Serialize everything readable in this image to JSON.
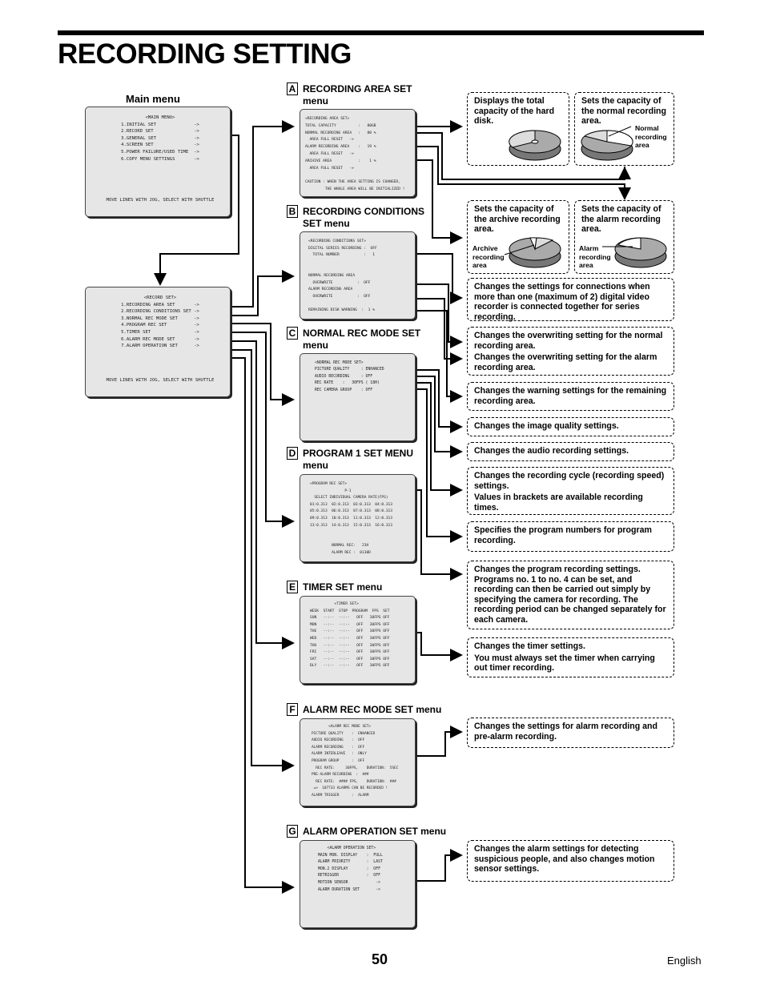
{
  "page": {
    "title": "RECORDING SETTING",
    "page_number": "50",
    "language": "English"
  },
  "main_menu": {
    "label": "Main menu",
    "screen": "<MAIN MENU>\n1.INITIAL SET              ->\n2.RECORD SET               ->\n3.GENERAL SET              ->\n4.SCREEN SET               ->\n5.POWER FAILURE/USED TIME  ->\n6.COPY MENU SETTINGS       ->\n\n\n\n\n\nMOVE LINES WITH JOG, SELECT WITH SHUTTLE"
  },
  "record_set": {
    "screen": "<RECORD SET>\n1.RECORDING AREA SET       ->\n2.RECORDING CONDITIONS SET ->\n3.NORMAL REC MODE SET      ->\n4.PROGRAM REC SET          ->\n5.TIMER SET                ->\n6.ALARM REC MODE SET       ->\n7.ALARM OPERATION SET      ->\n\n\n\n\nMOVE LINES WITH JOG, SELECT WITH SHUTTLE"
  },
  "sections": {
    "a": {
      "letter": "A",
      "label": "RECORDING AREA SET menu",
      "screen": "<RECORDING AREA SET>\nTOTAL CAPACITY          :   80GB\nNORMAL RECORDING AREA   :   80 %\n  AREA FULL RESET   ->\nALARM RECORDING AREA    :   19 %\n  AREA FULL RESET   ->\nARCHIVE AREA            :    1 %\n  AREA FULL RESET   ->\n\nCAUTION : WHEN THE AREA SETTING IS CHANGED,\n         THE WHOLE AREA WILL BE INITIALIZED !"
    },
    "b": {
      "letter": "B",
      "label": "RECORDING CONDITIONS SET menu",
      "screen": "<RECORDING CONDITIONS SET>\nDIGITAL SERIES RECORDING :  OFF\n  TOTAL NUMBER           :   1\n\n\nNORMAL RECORDING AREA\n  OVERWRITE           :  OFF\nALARM RECORDING AREA\n  OVERWRITE           :  OFF\n\nREMAINING DISK WARNING  :  1 %"
    },
    "c": {
      "letter": "C",
      "label": "NORMAL REC MODE SET menu",
      "screen": "<NORMAL REC MODE SET>\nPICTURE QUALITY     : ENHANCED\nAUDIO RECORDING     : OFF\nREC RATE    :   30FPS ( 18H)\nREC CAMERA GROUP    : OFF"
    },
    "d": {
      "letter": "D",
      "label": "PROGRAM 1 SET MENU menu",
      "screen": "<PROGRAM REC SET>\n                P-1\n  SELECT INDIVIDUAL CAMERA RATE(FPS)\n01:0.313  02:0.313  03:0.313  04:0.313\n05:0.313  06:0.313  07:0.313  08:0.313\n09:0.313  10:0.313  11:0.313  12:0.313\n13:0.313  14:0.313  15:0.313  16:0.313\n\n\n          NORMAL REC:   23H\n          ALARM REC :  0130D"
    },
    "e": {
      "letter": "E",
      "label": "TIMER SET menu",
      "screen": "           <TIMER SET>\nWEEK  START  STOP  PROGRAM  FPS  SET\nSUN   --:--  --:--   OFF   30FPS OFF\nMON   --:--  --:--   OFF   30FPS OFF\nTHE   --:--  --:--   OFF   30FPS OFF\nWED   --:--  --:--   OFF   30FPS OFF\nTHU   --:--  --:--   OFF   30FPS OFF\nFRI   --:--  --:--   OFF   30FPS OFF\nSAT   --:--  --:--   OFF   30FPS OFF\nDLY   --:--  --:--   OFF   30FPS OFF"
    },
    "f": {
      "letter": "F",
      "label": "ALARM REC MODE SET menu",
      "screen": "        <ALARM REC MODE SET>\nPICTURE QUALITY    :  ENHANCED\nAUDIO RECORDING    :  OFF\nALARM RECORDING    :  OFF\nALARM INTERLEAVE   :  ONLY\nPROGRAM GROUP      :  OFF\n  REC RATE:     30FPS,    DURATION:  5SEC\nPRE-ALARM RECORDING  :  ###\n  REC RATE:  #### FPS,    DURATION:  ###\n =>  107733 ALARMS CAN BE RECORDED !\nALARM TRIGGER      :  ALARM"
    },
    "g": {
      "letter": "G",
      "label": "ALARM OPERATION SET menu",
      "screen": "    <ALARM OPERATION SET>\nMAIN MON. DISPLAY    :  FULL\nALARM PRIORITY       :  LAST\nMON.2 DISPLAY        :  OFF\nRETRIGGER            :  OFF\nMOTION SENSOR            ->\nALARM DURATION SET       ->"
    }
  },
  "notes": {
    "total_capacity": "Displays the total capacity of the hard disk.",
    "normal_capacity": "Sets the capacity of the normal recording area.",
    "normal_pie_label": "Normal recording area",
    "archive_capacity": "Sets the capacity of the archive recording area.",
    "archive_pie_label": "Archive recording area",
    "alarm_capacity": "Sets the capacity of the alarm recording area.",
    "alarm_pie_label": "Alarm recording area",
    "connections": "Changes the settings for connections when more than one (maximum of 2) digital video recorder is connected together for series recording.",
    "overwrite_normal": "Changes the overwriting setting for the normal recording area.",
    "overwrite_alarm": "Changes the overwriting setting for the alarm recording area.",
    "warning": "Changes the warning settings for the remaining recording area.",
    "image_quality": "Changes the image quality settings.",
    "audio": "Changes the audio recording settings.",
    "cycle": "Changes the recording cycle (recording speed) settings.",
    "cycle_times": "Values in brackets are available recording times.",
    "program_numbers": "Specifies the program numbers for program recording.",
    "program_settings": "Changes the program recording settings. Programs no. 1 to no. 4 can be set, and recording can then be carried out simply by specifying the camera for recording. The recording period can be changed separately for each camera.",
    "timer": "Changes the timer settings.",
    "timer_always": "You must always set the timer when carrying out timer recording.",
    "alarm_recording": "Changes the settings for alarm recording and pre-alarm recording.",
    "alarm_settings": "Changes the alarm settings for detecting suspicious people, and also changes motion sensor settings."
  }
}
